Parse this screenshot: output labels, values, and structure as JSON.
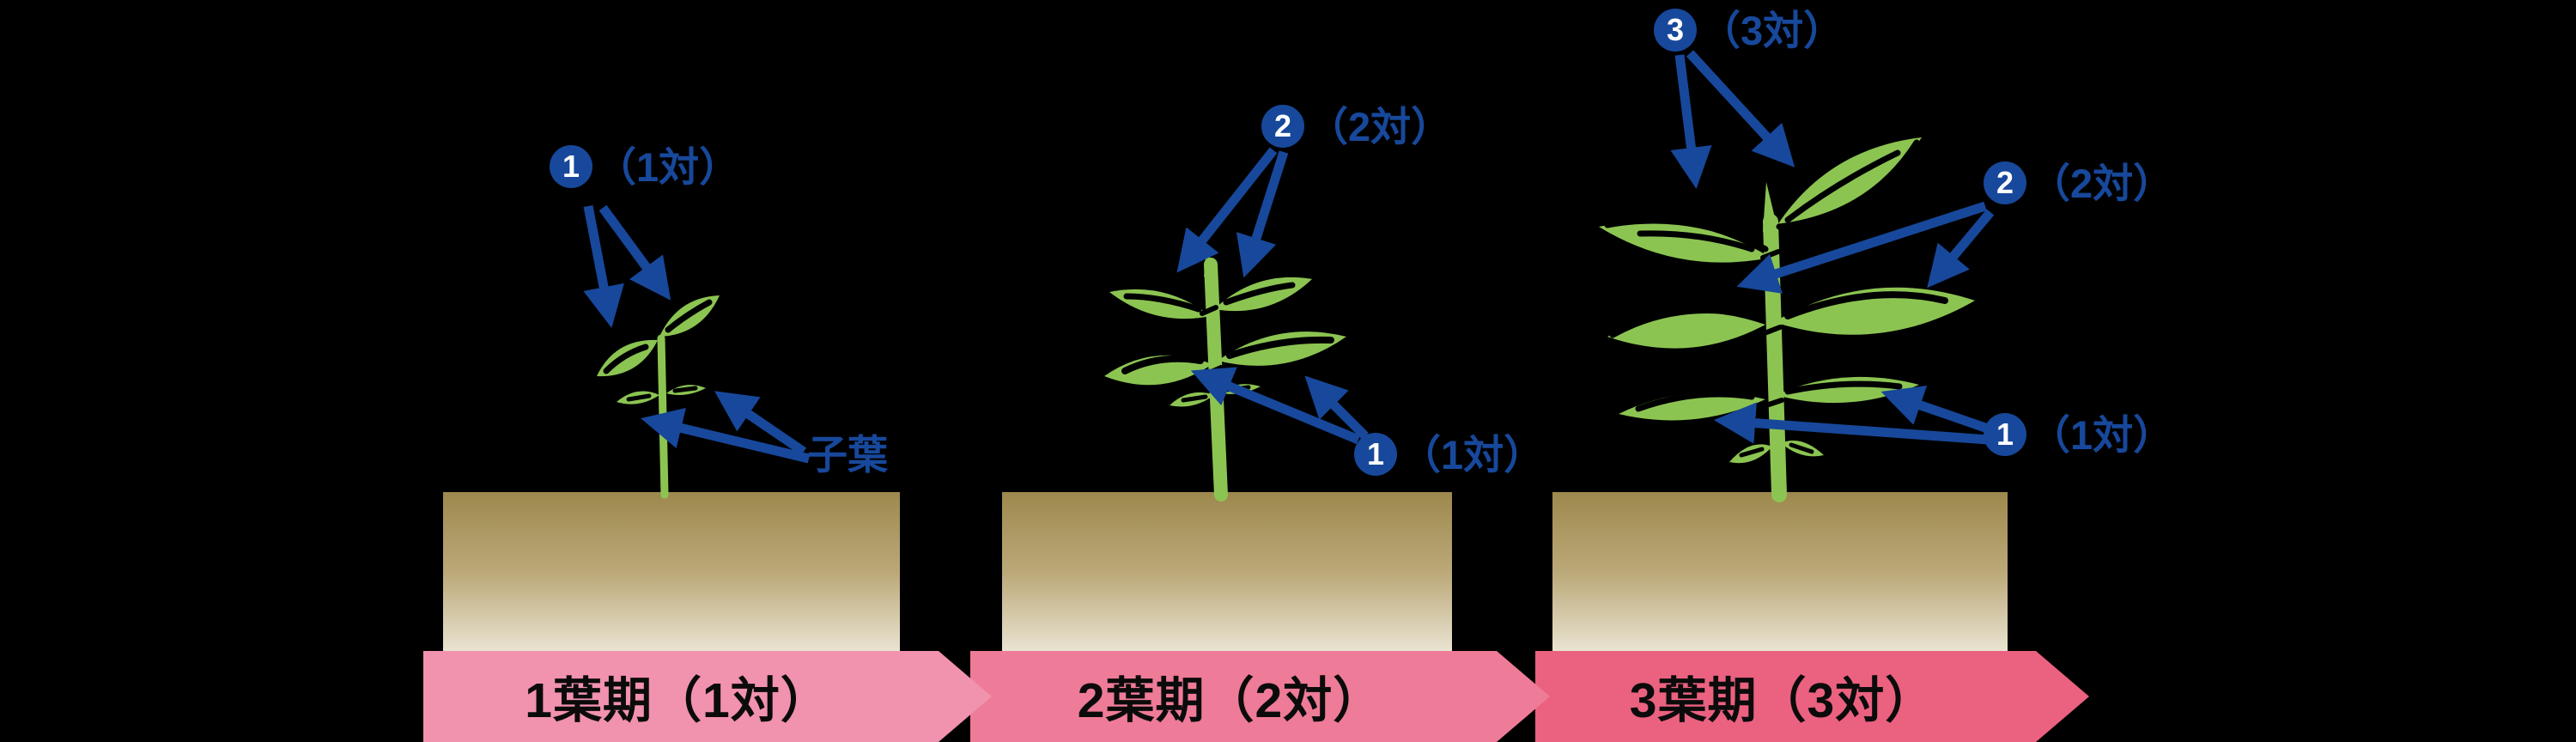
{
  "colors": {
    "background": "#000000",
    "annotation_blue": "#17489b",
    "number_text": "#ffffff",
    "leaf_green": "#8cc452",
    "vein_black": "#000000",
    "soil_top": "#9d894d",
    "soil_mid": "#bba878",
    "soil_bottom": "#e9e3d1",
    "banner_text": "#0b0b0b",
    "banner_colors": [
      "#f192ae",
      "#ee7b97",
      "#eb6180"
    ]
  },
  "stages": [
    {
      "banner_label": "1葉期（1対）",
      "callouts": [
        {
          "number": "1",
          "label": "（1対）"
        },
        {
          "label": "子葉"
        }
      ]
    },
    {
      "banner_label": "2葉期（2対）",
      "callouts": [
        {
          "number": "2",
          "label": "（2対）"
        },
        {
          "number": "1",
          "label": "（1対）"
        }
      ]
    },
    {
      "banner_label": "3葉期（3対）",
      "callouts": [
        {
          "number": "3",
          "label": "（3対）"
        },
        {
          "number": "2",
          "label": "（2対）"
        },
        {
          "number": "1",
          "label": "（1対）"
        }
      ]
    }
  ]
}
